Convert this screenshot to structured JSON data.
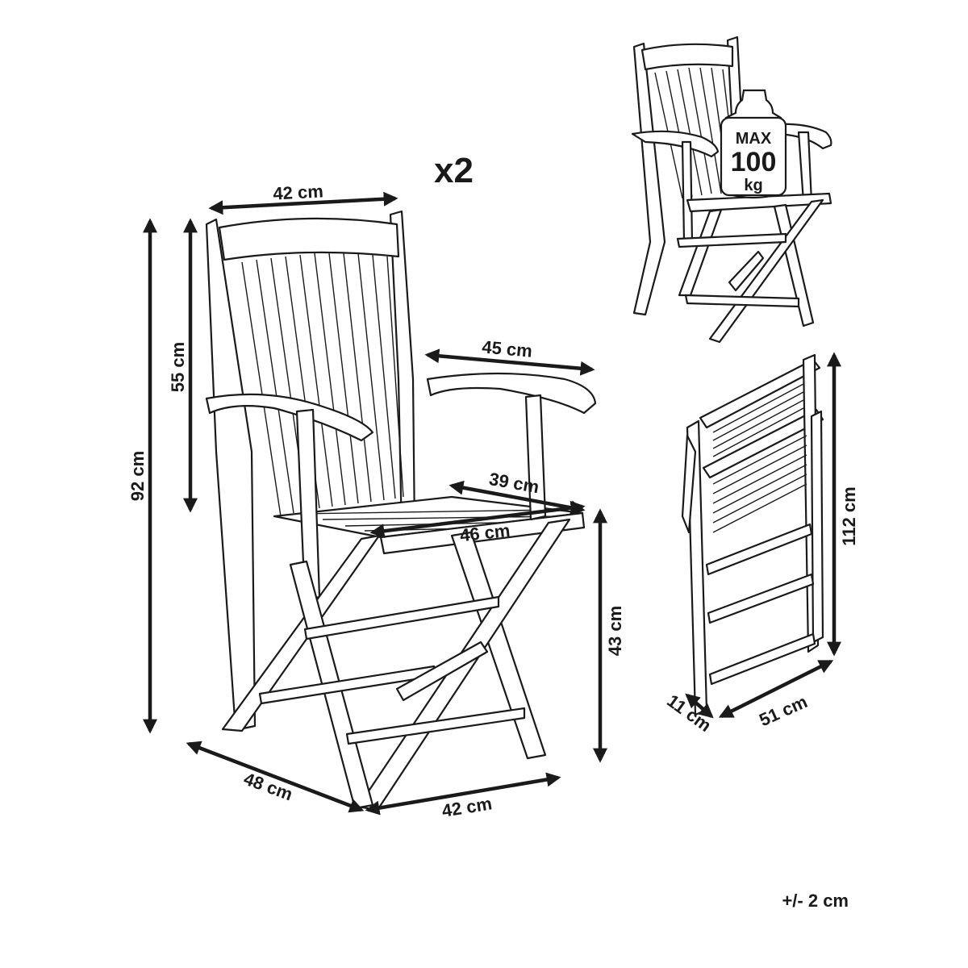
{
  "quantity": "x2",
  "tolerance": "+/- 2 cm",
  "load_badge": {
    "line1": "MAX",
    "line2": "100",
    "line3": "kg"
  },
  "dimensions": {
    "back_width": "42 cm",
    "back_height": "55 cm",
    "total_height": "92 cm",
    "armrest_width": "45 cm",
    "seat_depth": "39 cm",
    "seat_width": "46 cm",
    "seat_height": "43 cm",
    "base_depth": "48 cm",
    "base_width": "42 cm",
    "folded_height": "112 cm",
    "folded_thickness": "11 cm",
    "folded_width": "51 cm"
  }
}
